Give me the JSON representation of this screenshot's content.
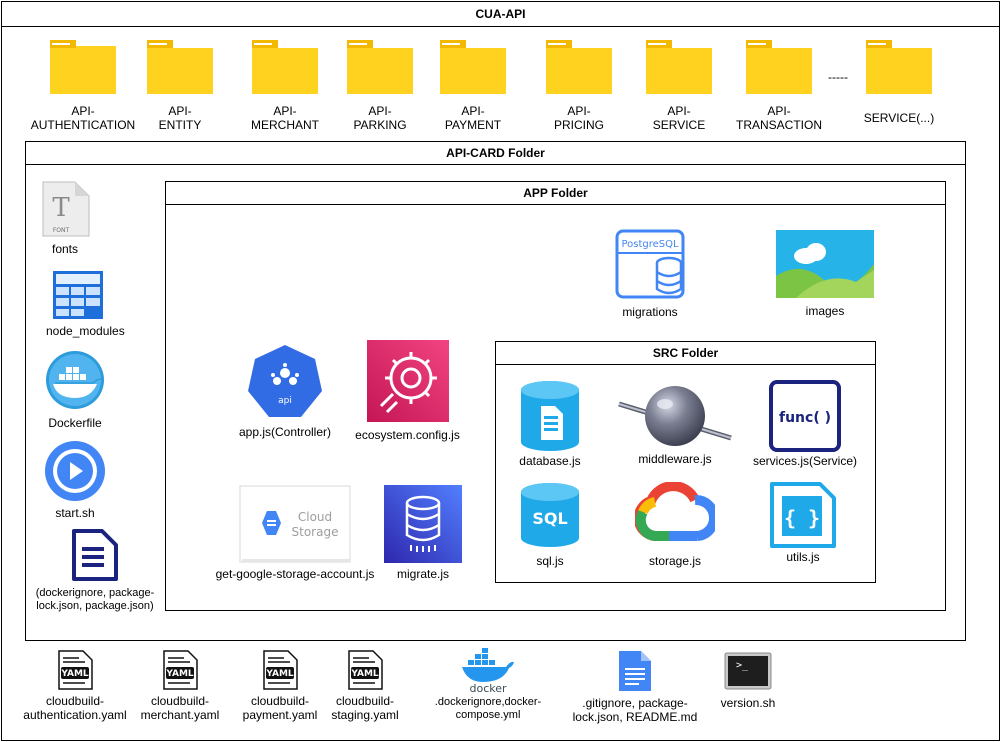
{
  "root": {
    "title": "CUA-API"
  },
  "api_folders": [
    {
      "label": "API-\nAUTHENTICATION"
    },
    {
      "label": "API-\nENTITY"
    },
    {
      "label": "API-\nMERCHANT"
    },
    {
      "label": "API-\nPARKING"
    },
    {
      "label": "API-\nPAYMENT"
    },
    {
      "label": "API-\nPRICING"
    },
    {
      "label": "API-\nSERVICE"
    },
    {
      "label": "API-\nTRANSACTION"
    },
    {
      "label": "SERVICE(...)"
    }
  ],
  "ellipsis": "-----",
  "api_card": {
    "title": "API-CARD Folder",
    "side_items": [
      {
        "label": "fonts"
      },
      {
        "label": "node_modules"
      },
      {
        "label": "Dockerfile"
      },
      {
        "label": "start.sh"
      },
      {
        "label": "(dockerignore, package-\nlock.json, package.json)"
      }
    ],
    "font_icon_text": "FONT"
  },
  "app": {
    "title": "APP Folder",
    "migrations": {
      "label": "migrations",
      "icon_text": "PostgreSQL"
    },
    "images": {
      "label": "images"
    },
    "app_js": {
      "label": "app.js(Controller)",
      "icon_text": "api"
    },
    "ecosystem": {
      "label": "ecosystem.config.js"
    },
    "google_storage": {
      "label": "get-google-storage-account.js",
      "icon_text_1": "Cloud",
      "icon_text_2": "Storage"
    },
    "migrate": {
      "label": "migrate.js"
    }
  },
  "src": {
    "title": "SRC Folder",
    "database": {
      "label": "database.js"
    },
    "middleware": {
      "label": "middleware.js"
    },
    "services": {
      "label": "services.js(Service)",
      "icon_text": "func( )"
    },
    "sql": {
      "label": "sql.js",
      "icon_text": "SQL"
    },
    "storage": {
      "label": "storage.js"
    },
    "utils": {
      "label": "utils.js",
      "icon_text": "{ }"
    }
  },
  "root_files": [
    {
      "label": "cloudbuild-\nauthentication.yaml",
      "icon_text": "YAML"
    },
    {
      "label": "cloudbuild-\nmerchant.yaml",
      "icon_text": "YAML"
    },
    {
      "label": "cloudbuild-\npayment.yaml",
      "icon_text": "YAML"
    },
    {
      "label": "cloudbuild-\nstaging.yaml",
      "icon_text": "YAML"
    },
    {
      "label": ".dockerignore,docker-\ncompose.yml",
      "icon_text": "docker"
    },
    {
      "label": ".gitignore, package-\nlock.json, README.md"
    },
    {
      "label": "version.sh",
      "icon_text": ">_"
    }
  ],
  "colors": {
    "folder": "#FFD21F",
    "folder_tab": "#F3B800",
    "docker_blue": "#2496ED",
    "blue_icon": "#4285F4",
    "navy_icon": "#1A237E",
    "pink_icon": "#E8336B",
    "aws_db_blue": "#3F51D8"
  }
}
